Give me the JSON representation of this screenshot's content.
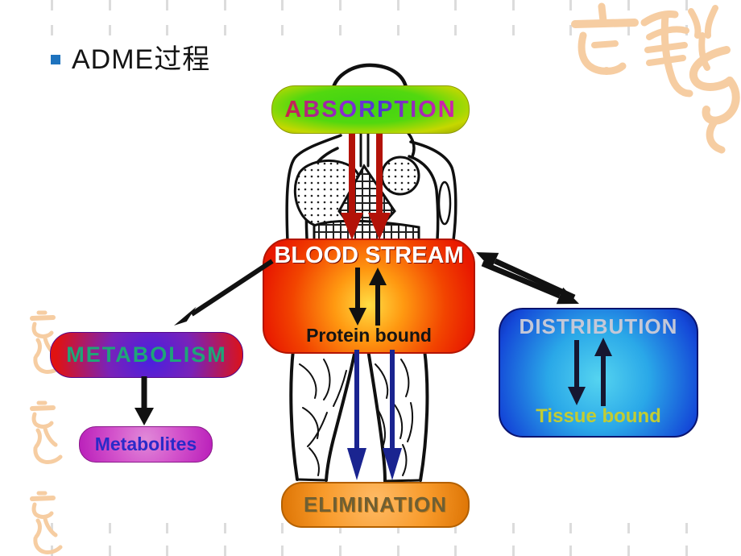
{
  "slide": {
    "title": "ADME过程",
    "bullet_color": "#1e73be"
  },
  "diagram": {
    "absorption": {
      "label": "ABSORPTION"
    },
    "blood_stream": {
      "label": "BLOOD STREAM",
      "note": "Protein bound"
    },
    "metabolism": {
      "label": "METABOLISM"
    },
    "metabolites": {
      "label": "Metabolites"
    },
    "distribution": {
      "label": "DISTRIBUTION",
      "note": "Tissue bound"
    },
    "elimination": {
      "label": "ELIMINATION"
    },
    "colors": {
      "absorption_fill": "#52d80f",
      "absorption_edge": "#c6d800",
      "absorption_text": "#aa2ab8",
      "blood_stream_fill": "#e81800",
      "blood_stream_center": "#ffdd44",
      "metabolism_edge": "#e01212",
      "metabolism_center": "#4a1fe0",
      "metabolism_text": "#1fa578",
      "metabolites_fill": "#c435c4",
      "metabolites_text": "#2a2ac8",
      "distribution_edge": "#1448d8",
      "distribution_center": "#55d4f0",
      "distribution_text": "#c4c8d8",
      "tissue_bound_text": "#c2cc33",
      "elimination_fill": "#f0901e",
      "arrow_black": "#111111",
      "arrow_red": "#b31208",
      "arrow_navy": "#1a2490"
    }
  },
  "decor": {
    "seal_color": "#f6cda2",
    "tick_color": "#dcdcdc"
  }
}
